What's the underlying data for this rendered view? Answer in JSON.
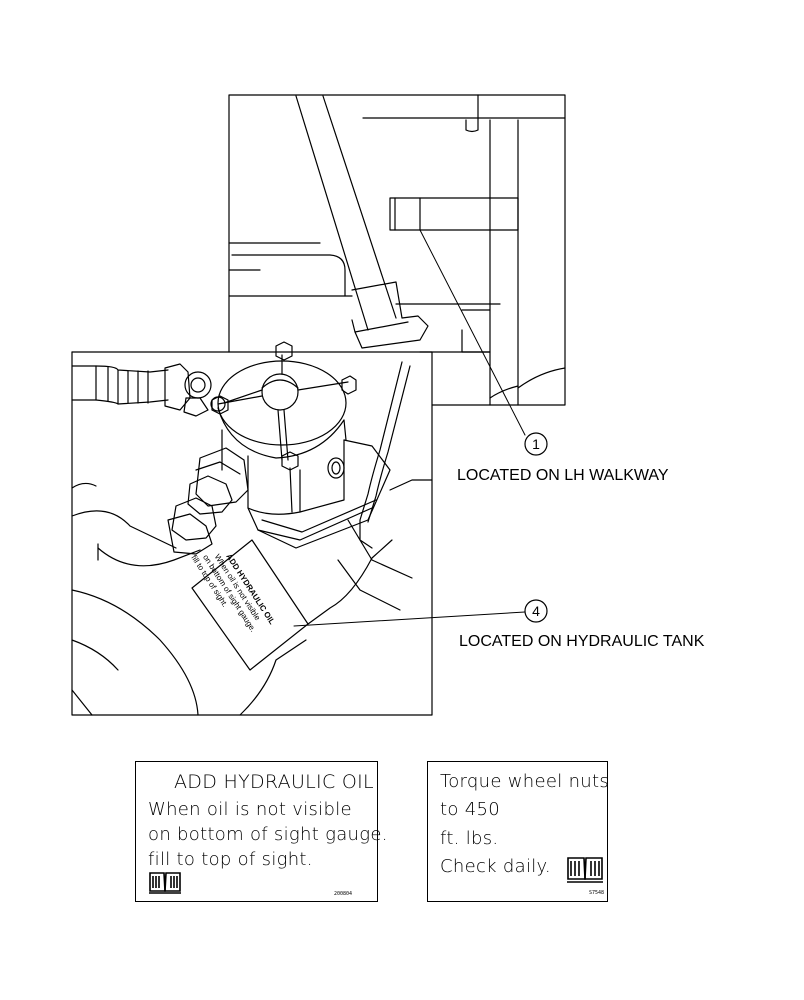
{
  "callouts": [
    {
      "number": "1",
      "label": "LOCATED ON LH WALKWAY"
    },
    {
      "number": "4",
      "label": "LOCATED ON HYDRAULIC TANK"
    }
  ],
  "installed_decal": {
    "lines": [
      "ADD HYDRAULIC OIL",
      "When oil is not visible",
      "on bottom of sight gauge.",
      "fill to top of sight."
    ]
  },
  "decal_hydraulic": {
    "title": "ADD HYDRAULIC OIL",
    "lines": [
      "When oil is not visible",
      "on bottom of sight gauge.",
      "fill to top of sight."
    ],
    "code": "200804",
    "icon": "manual-book-icon"
  },
  "decal_torque": {
    "lines": [
      "Torque wheel nuts",
      "to 450",
      "ft. lbs.",
      "Check daily."
    ],
    "code": "S7548",
    "icon": "manual-book-icon"
  }
}
